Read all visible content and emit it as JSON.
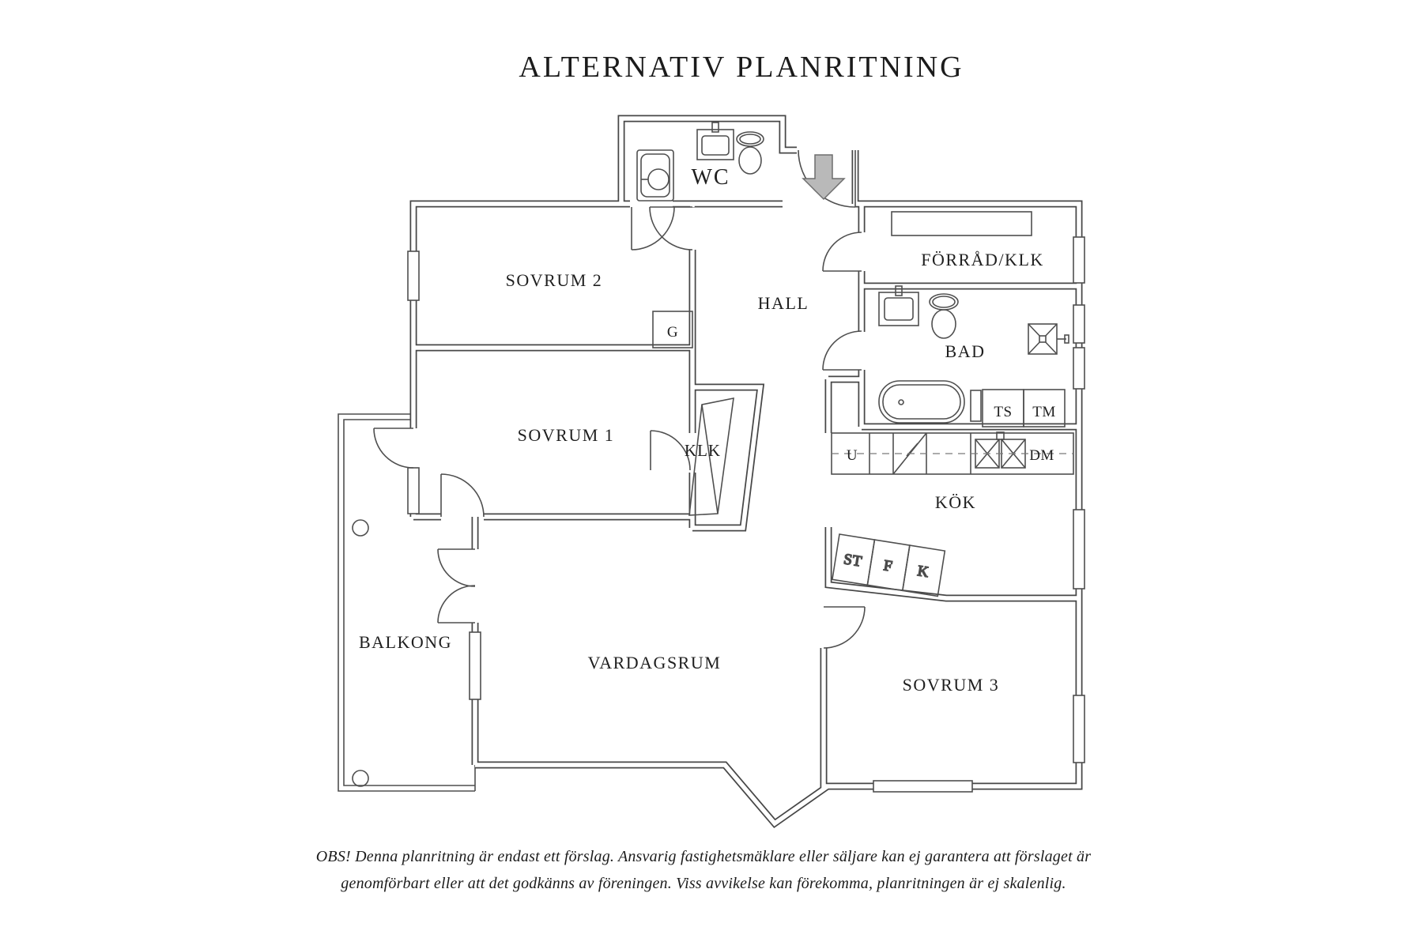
{
  "title": "ALTERNATIV PLANRITNING",
  "rooms": {
    "wc": "WC",
    "sovrum2": "SOVRUM 2",
    "hall": "HALL",
    "forrad_klk": "FÖRRÅD/KLK",
    "bad": "BAD",
    "sovrum1": "SOVRUM 1",
    "klk": "KLK",
    "kok": "KÖK",
    "balkong": "BALKONG",
    "vardagsrum": "VARDAGSRUM",
    "sovrum3": "SOVRUM 3"
  },
  "fixtures": {
    "g": "G",
    "ts": "TS",
    "tm": "TM",
    "u": "U",
    "dm": "DM",
    "st": "ST",
    "f": "F",
    "k": "K"
  },
  "icons": {
    "entry_arrow": "down-arrow-entrance"
  },
  "disclaimer": {
    "line1": "OBS! Denna planritning är endast ett förslag. Ansvarig fastighetsmäklare eller säljare kan ej garantera att förslaget är",
    "line2": "genomförbart eller att det godkänns av föreningen. Viss avvikelse kan förekomma, planritningen är ej skalenlig."
  },
  "colors": {
    "wall": "#474747",
    "label": "#1f1f1f",
    "arrow_fill": "#b9b9b9",
    "arrow_stroke": "#6e6e6e",
    "background": "#ffffff"
  }
}
